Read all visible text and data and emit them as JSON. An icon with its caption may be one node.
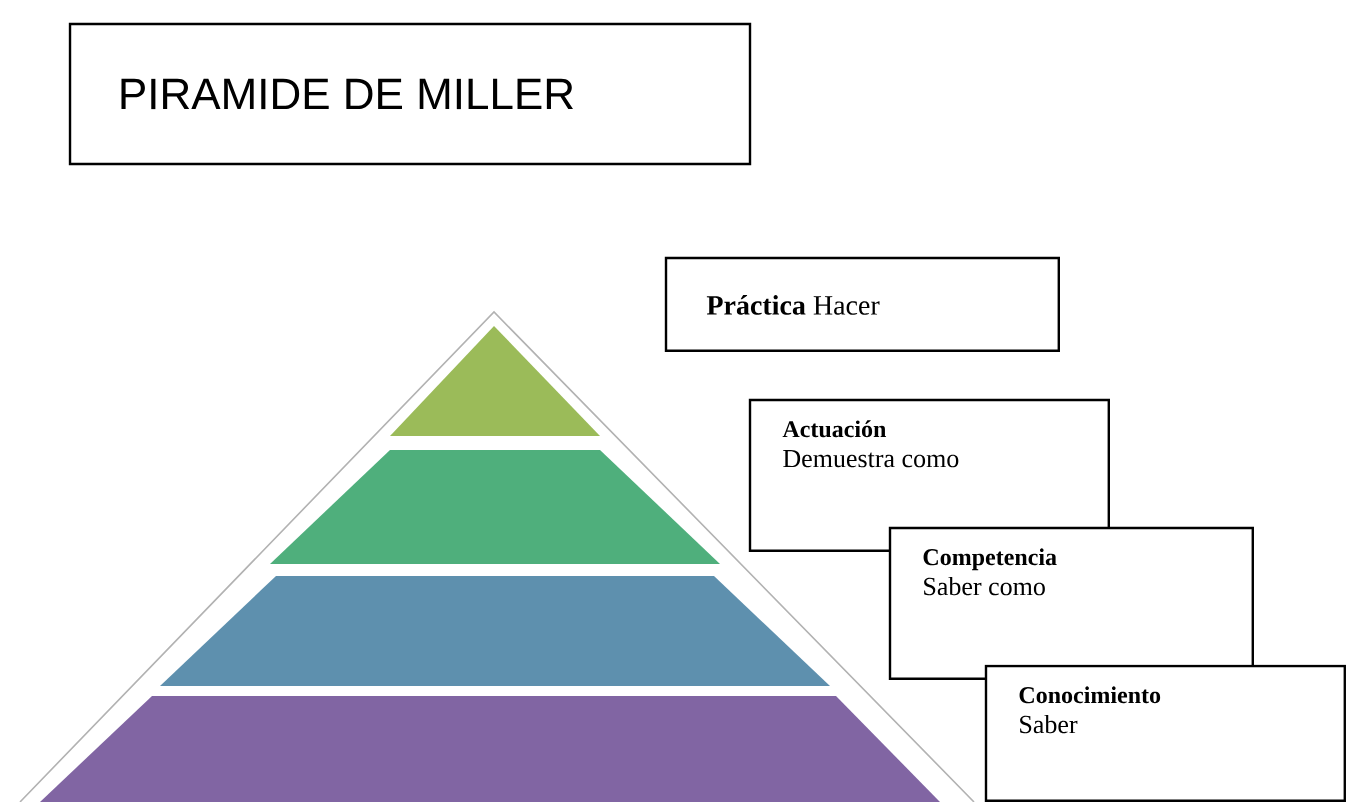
{
  "diagram": {
    "title": "PIRAMIDE DE MILLER",
    "nodes": [
      {
        "text": [
          "**Práctica** Hacer"
        ]
      },
      {
        "text": [
          "Actuación",
          "Demuestra como"
        ]
      },
      {
        "text": [
          "Competencia",
          "Saber como"
        ]
      },
      {
        "text": [
          "Conocimiento",
          "Saber"
        ]
      }
    ]
  }
}
